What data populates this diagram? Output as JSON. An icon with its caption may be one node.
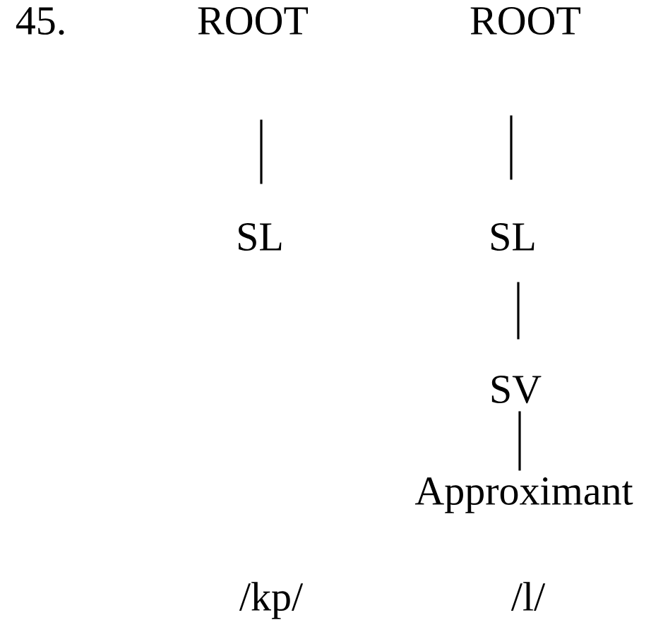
{
  "diagram": {
    "nodes": [
      {
        "text": [
          "ROOT"
        ]
      },
      {
        "text": [
          "ROOT"
        ]
      },
      {
        "text": [
          "SL"
        ]
      },
      {
        "text": [
          "SL"
        ]
      },
      {
        "text": [
          "SV"
        ]
      },
      {
        "text": [
          "Approximant"
        ]
      }
    ],
    "edges": [
      {
        "from": 0,
        "to": 2,
        "arrow": "none"
      },
      {
        "from": 1,
        "to": 3,
        "arrow": "none"
      },
      {
        "from": 3,
        "to": 4,
        "arrow": "none"
      },
      {
        "from": 4,
        "to": 5,
        "arrow": "none"
      }
    ],
    "labels": [
      "45.",
      "/kp/",
      "/l/"
    ]
  }
}
